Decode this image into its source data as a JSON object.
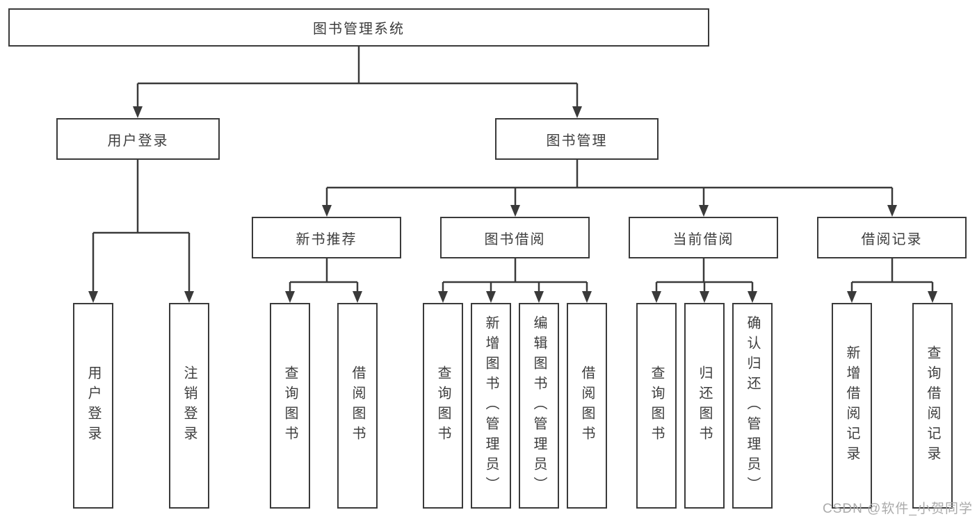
{
  "diagram": {
    "root": {
      "label": "图书管理系统"
    },
    "level2": [
      {
        "id": "user-login",
        "label": "用户登录"
      },
      {
        "id": "book-management",
        "label": "图书管理"
      }
    ],
    "level3": [
      {
        "id": "new-book-recommendation",
        "label": "新书推荐",
        "parent": "图书管理"
      },
      {
        "id": "book-borrowing",
        "label": "图书借阅",
        "parent": "图书管理"
      },
      {
        "id": "current-borrowing",
        "label": "当前借阅",
        "parent": "图书管理"
      },
      {
        "id": "borrowing-records",
        "label": "借阅记录",
        "parent": "图书管理"
      }
    ],
    "leaves": [
      {
        "parent": "用户登录",
        "label": "用户登录"
      },
      {
        "parent": "用户登录",
        "label": "注销登录"
      },
      {
        "parent": "新书推荐",
        "label": "查询图书"
      },
      {
        "parent": "新书推荐",
        "label": "借阅图书"
      },
      {
        "parent": "图书借阅",
        "label": "查询图书"
      },
      {
        "parent": "图书借阅",
        "label": "新增图书（管理员）"
      },
      {
        "parent": "图书借阅",
        "label": "编辑图书（管理员）"
      },
      {
        "parent": "图书借阅",
        "label": "借阅图书"
      },
      {
        "parent": "当前借阅",
        "label": "查询图书"
      },
      {
        "parent": "当前借阅",
        "label": "归还图书"
      },
      {
        "parent": "当前借阅",
        "label": "确认归还（管理员）"
      },
      {
        "parent": "借阅记录",
        "label": "新增借阅记录"
      },
      {
        "parent": "借阅记录",
        "label": "查询借阅记录"
      }
    ],
    "watermark": "CSDN @软件_小贺同学",
    "colors": {
      "line": "#3a3a3a",
      "text": "#3d3d3d",
      "watermark": "#ababab",
      "background": "#ffffff"
    }
  }
}
